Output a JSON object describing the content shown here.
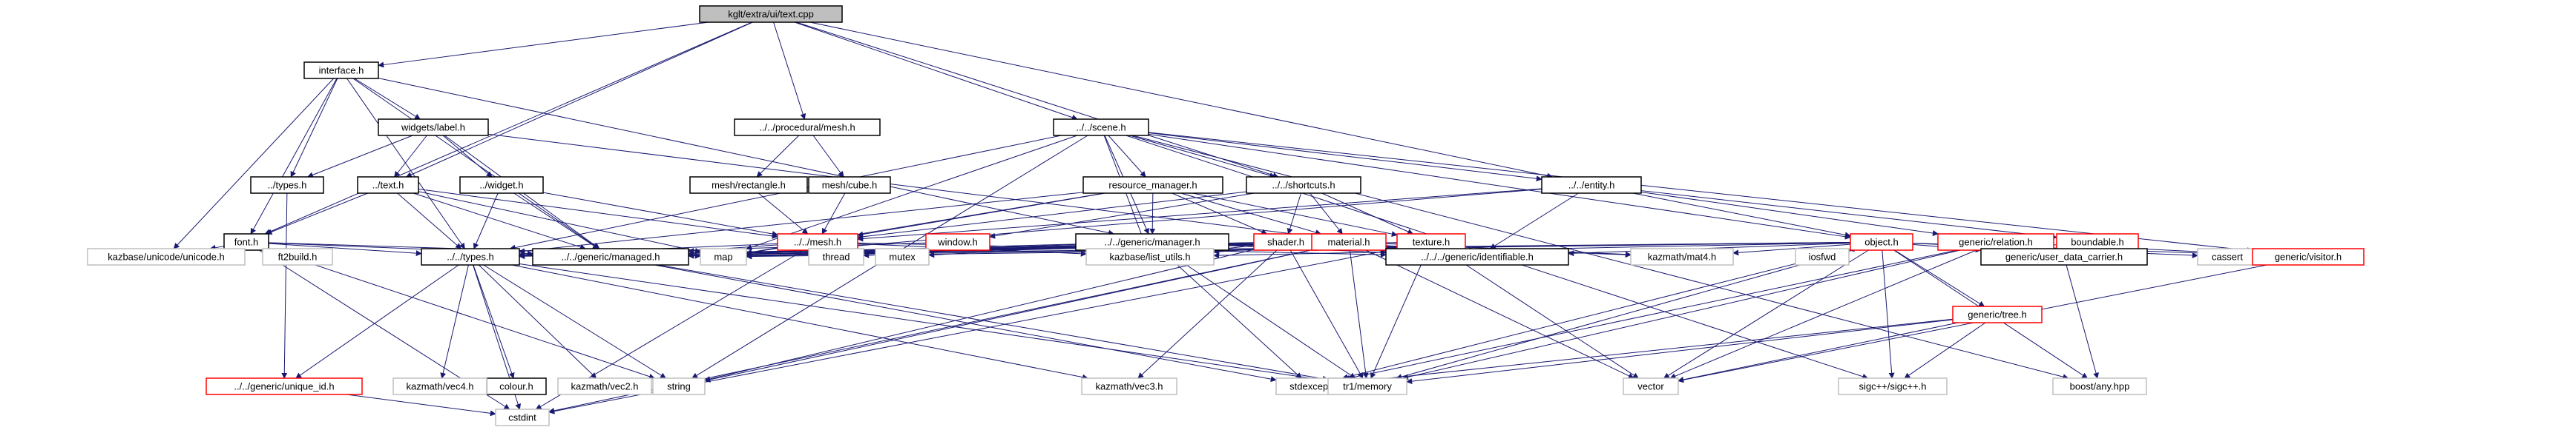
{
  "colors": {
    "edge": "#191970",
    "node_fill": "#ffffff",
    "root_fill": "#bfbfbf",
    "border_black": "#000000",
    "border_red": "#ff0000",
    "border_gray": "#bfbfbf"
  },
  "nodes": [
    {
      "id": "root",
      "label": "kglt/extra/ui/text.cpp",
      "style": "root"
    },
    {
      "id": "interface",
      "label": "interface.h",
      "style": "black"
    },
    {
      "id": "proc_mesh",
      "label": "../../procedural/mesh.h",
      "style": "black"
    },
    {
      "id": "scene",
      "label": "../../scene.h",
      "style": "black"
    },
    {
      "id": "widgets_label",
      "label": "widgets/label.h",
      "style": "black"
    },
    {
      "id": "types_local",
      "label": "../types.h",
      "style": "black"
    },
    {
      "id": "text",
      "label": "../text.h",
      "style": "black"
    },
    {
      "id": "widget",
      "label": "../widget.h",
      "style": "black"
    },
    {
      "id": "mesh_rectangle",
      "label": "mesh/rectangle.h",
      "style": "black"
    },
    {
      "id": "mesh_cube",
      "label": "mesh/cube.h",
      "style": "black"
    },
    {
      "id": "resource_manager",
      "label": "resource_manager.h",
      "style": "black"
    },
    {
      "id": "shortcuts",
      "label": "../../shortcuts.h",
      "style": "black"
    },
    {
      "id": "entity",
      "label": "../../entity.h",
      "style": "black"
    },
    {
      "id": "font",
      "label": "font.h",
      "style": "black"
    },
    {
      "id": "mesh",
      "label": "../../mesh.h",
      "style": "red"
    },
    {
      "id": "window",
      "label": "window.h",
      "style": "red"
    },
    {
      "id": "generic_manager",
      "label": "../../generic/manager.h",
      "style": "black"
    },
    {
      "id": "shader",
      "label": "shader.h",
      "style": "red"
    },
    {
      "id": "material",
      "label": "material.h",
      "style": "red"
    },
    {
      "id": "texture",
      "label": "texture.h",
      "style": "red"
    },
    {
      "id": "object",
      "label": "object.h",
      "style": "red"
    },
    {
      "id": "generic_relation",
      "label": "generic/relation.h",
      "style": "red"
    },
    {
      "id": "boundable",
      "label": "boundable.h",
      "style": "red"
    },
    {
      "id": "kazbase_unicode",
      "label": "kazbase/unicode/unicode.h",
      "style": "gray"
    },
    {
      "id": "ft2build",
      "label": "ft2build.h",
      "style": "gray"
    },
    {
      "id": "types_main",
      "label": "../../types.h",
      "style": "black"
    },
    {
      "id": "generic_managed",
      "label": "../../generic/managed.h",
      "style": "black"
    },
    {
      "id": "map",
      "label": "map",
      "style": "gray"
    },
    {
      "id": "thread",
      "label": "thread",
      "style": "gray"
    },
    {
      "id": "mutex",
      "label": "mutex",
      "style": "gray"
    },
    {
      "id": "kazbase_list_utils",
      "label": "kazbase/list_utils.h",
      "style": "gray"
    },
    {
      "id": "generic_identifiable",
      "label": "../../../generic/identifiable.h",
      "style": "black"
    },
    {
      "id": "kazmath_mat4",
      "label": "kazmath/mat4.h",
      "style": "gray"
    },
    {
      "id": "iosfwd",
      "label": "iosfwd",
      "style": "gray"
    },
    {
      "id": "generic_user_data_carrier",
      "label": "generic/user_data_carrier.h",
      "style": "black"
    },
    {
      "id": "cassert",
      "label": "cassert",
      "style": "gray"
    },
    {
      "id": "generic_visitor",
      "label": "generic/visitor.h",
      "style": "red"
    },
    {
      "id": "generic_tree",
      "label": "generic/tree.h",
      "style": "red"
    },
    {
      "id": "generic_unique_id",
      "label": "../../generic/unique_id.h",
      "style": "red"
    },
    {
      "id": "colour",
      "label": "colour.h",
      "style": "black"
    },
    {
      "id": "kazmath_vec4",
      "label": "kazmath/vec4.h",
      "style": "gray"
    },
    {
      "id": "kazmath_vec2",
      "label": "kazmath/vec2.h",
      "style": "gray"
    },
    {
      "id": "string",
      "label": "string",
      "style": "gray"
    },
    {
      "id": "kazmath_vec3",
      "label": "kazmath/vec3.h",
      "style": "gray"
    },
    {
      "id": "stdexcept",
      "label": "stdexcept",
      "style": "gray"
    },
    {
      "id": "tr1_memory",
      "label": "tr1/memory",
      "style": "gray"
    },
    {
      "id": "vector",
      "label": "vector",
      "style": "gray"
    },
    {
      "id": "sigcpp",
      "label": "sigc++/sigc++.h",
      "style": "gray"
    },
    {
      "id": "boost_any",
      "label": "boost/any.hpp",
      "style": "gray"
    },
    {
      "id": "cstdint",
      "label": "cstdint",
      "style": "gray"
    }
  ],
  "edges": [
    [
      "root",
      "interface"
    ],
    [
      "root",
      "proc_mesh"
    ],
    [
      "root",
      "scene"
    ],
    [
      "root",
      "text"
    ],
    [
      "root",
      "font"
    ],
    [
      "root",
      "shortcuts"
    ],
    [
      "root",
      "entity"
    ],
    [
      "interface",
      "widgets_label"
    ],
    [
      "interface",
      "types_local"
    ],
    [
      "interface",
      "font"
    ],
    [
      "interface",
      "types_main"
    ],
    [
      "interface",
      "generic_managed"
    ],
    [
      "interface",
      "kazbase_unicode"
    ],
    [
      "interface",
      "generic_manager"
    ],
    [
      "widgets_label",
      "types_local"
    ],
    [
      "widgets_label",
      "text"
    ],
    [
      "widgets_label",
      "widget"
    ],
    [
      "widgets_label",
      "generic_managed"
    ],
    [
      "widgets_label",
      "generic_identifiable"
    ],
    [
      "types_local",
      "generic_unique_id"
    ],
    [
      "text",
      "font"
    ],
    [
      "text",
      "types_main"
    ],
    [
      "text",
      "generic_managed"
    ],
    [
      "text",
      "mesh"
    ],
    [
      "text",
      "map"
    ],
    [
      "widget",
      "types_main"
    ],
    [
      "widget",
      "generic_managed"
    ],
    [
      "widget",
      "mesh"
    ],
    [
      "proc_mesh",
      "mesh_rectangle"
    ],
    [
      "proc_mesh",
      "mesh_cube"
    ],
    [
      "mesh_rectangle",
      "mesh"
    ],
    [
      "mesh_cube",
      "mesh"
    ],
    [
      "scene",
      "resource_manager"
    ],
    [
      "scene",
      "shortcuts"
    ],
    [
      "scene",
      "entity"
    ],
    [
      "scene",
      "object"
    ],
    [
      "scene",
      "types_main"
    ],
    [
      "scene",
      "map"
    ],
    [
      "scene",
      "generic_manager"
    ],
    [
      "scene",
      "string"
    ],
    [
      "scene",
      "kazbase_list_utils"
    ],
    [
      "scene",
      "generic_visitor"
    ],
    [
      "scene",
      "sigcpp"
    ],
    [
      "scene",
      "boost_any"
    ],
    [
      "resource_manager",
      "mesh"
    ],
    [
      "resource_manager",
      "shader"
    ],
    [
      "resource_manager",
      "material"
    ],
    [
      "resource_manager",
      "texture"
    ],
    [
      "resource_manager",
      "generic_manager"
    ],
    [
      "resource_manager",
      "map"
    ],
    [
      "resource_manager",
      "types_main"
    ],
    [
      "shortcuts",
      "mesh"
    ],
    [
      "shortcuts",
      "material"
    ],
    [
      "shortcuts",
      "texture"
    ],
    [
      "shortcuts",
      "shader"
    ],
    [
      "shortcuts",
      "window"
    ],
    [
      "entity",
      "object"
    ],
    [
      "entity",
      "mesh"
    ],
    [
      "entity",
      "generic_relation"
    ],
    [
      "entity",
      "boundable"
    ],
    [
      "entity",
      "generic_identifiable"
    ],
    [
      "entity",
      "map"
    ],
    [
      "font",
      "kazbase_unicode"
    ],
    [
      "font",
      "ft2build"
    ],
    [
      "font",
      "types_main"
    ],
    [
      "font",
      "generic_managed"
    ],
    [
      "font",
      "map"
    ],
    [
      "font",
      "string"
    ],
    [
      "font",
      "cstdint"
    ],
    [
      "mesh",
      "types_main"
    ],
    [
      "mesh",
      "generic_managed"
    ],
    [
      "mesh",
      "generic_identifiable"
    ],
    [
      "mesh",
      "kazbase_list_utils"
    ],
    [
      "mesh",
      "map"
    ],
    [
      "mesh",
      "cstdint"
    ],
    [
      "window",
      "types_main"
    ],
    [
      "generic_manager",
      "generic_managed"
    ],
    [
      "generic_manager",
      "map"
    ],
    [
      "generic_manager",
      "thread"
    ],
    [
      "generic_manager",
      "mutex"
    ],
    [
      "generic_manager",
      "kazbase_list_utils"
    ],
    [
      "generic_manager",
      "generic_identifiable"
    ],
    [
      "generic_manager",
      "stdexcept"
    ],
    [
      "generic_manager",
      "tr1_memory"
    ],
    [
      "shader",
      "map"
    ],
    [
      "shader",
      "kazbase_list_utils"
    ],
    [
      "shader",
      "types_main"
    ],
    [
      "shader",
      "string"
    ],
    [
      "shader",
      "kazmath_vec3"
    ],
    [
      "shader",
      "kazmath_mat4"
    ],
    [
      "shader",
      "generic_managed"
    ],
    [
      "shader",
      "tr1_memory"
    ],
    [
      "shader",
      "generic_identifiable"
    ],
    [
      "material",
      "types_main"
    ],
    [
      "material",
      "generic_managed"
    ],
    [
      "material",
      "generic_identifiable"
    ],
    [
      "material",
      "map"
    ],
    [
      "material",
      "kazbase_list_utils"
    ],
    [
      "material",
      "string"
    ],
    [
      "material",
      "tr1_memory"
    ],
    [
      "material",
      "vector"
    ],
    [
      "material",
      "cstdint"
    ],
    [
      "material",
      "kazmath_mat4"
    ],
    [
      "texture",
      "types_main"
    ],
    [
      "texture",
      "generic_managed"
    ],
    [
      "texture",
      "generic_identifiable"
    ],
    [
      "texture",
      "vector"
    ],
    [
      "texture",
      "cstdint"
    ],
    [
      "texture",
      "tr1_memory"
    ],
    [
      "object",
      "map"
    ],
    [
      "object",
      "types_main"
    ],
    [
      "object",
      "generic_managed"
    ],
    [
      "object",
      "generic_identifiable"
    ],
    [
      "object",
      "kazmath_mat4"
    ],
    [
      "object",
      "iosfwd"
    ],
    [
      "object",
      "generic_user_data_carrier"
    ],
    [
      "object",
      "cassert"
    ],
    [
      "object",
      "generic_visitor"
    ],
    [
      "object",
      "generic_tree"
    ],
    [
      "object",
      "sigcpp"
    ],
    [
      "object",
      "vector"
    ],
    [
      "object",
      "tr1_memory"
    ],
    [
      "object",
      "stdexcept"
    ],
    [
      "object",
      "boost_any"
    ],
    [
      "object",
      "kazbase_list_utils"
    ],
    [
      "generic_relation",
      "generic_visitor"
    ],
    [
      "generic_relation",
      "stdexcept"
    ],
    [
      "generic_relation",
      "tr1_memory"
    ],
    [
      "generic_relation",
      "vector"
    ],
    [
      "generic_tree",
      "vector"
    ],
    [
      "generic_tree",
      "stdexcept"
    ],
    [
      "generic_tree",
      "tr1_memory"
    ],
    [
      "generic_tree",
      "sigcpp"
    ],
    [
      "generic_user_data_carrier",
      "boost_any"
    ],
    [
      "generic_visitor",
      "vector"
    ],
    [
      "types_main",
      "generic_unique_id"
    ],
    [
      "types_main",
      "colour"
    ],
    [
      "types_main",
      "kazmath_vec4"
    ],
    [
      "types_main",
      "kazmath_vec2"
    ],
    [
      "types_main",
      "string"
    ],
    [
      "types_main",
      "kazmath_vec3"
    ],
    [
      "types_main",
      "tr1_memory"
    ],
    [
      "types_main",
      "cstdint"
    ],
    [
      "generic_managed",
      "tr1_memory"
    ],
    [
      "generic_managed",
      "stdexcept"
    ],
    [
      "generic_unique_id",
      "cstdint"
    ]
  ]
}
